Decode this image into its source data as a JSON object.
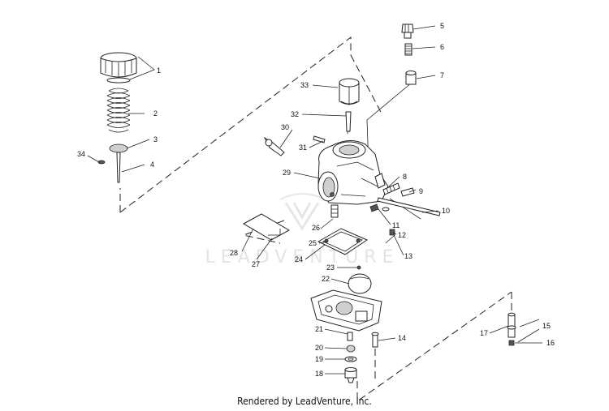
{
  "footer": {
    "text": "Rendered by LeadVenture, Inc."
  },
  "watermark": {
    "text": "LEADVENTURE"
  },
  "callouts": {
    "c1": "1",
    "c2": "2",
    "c3": "3",
    "c4": "4",
    "c5": "5",
    "c6": "6",
    "c7": "7",
    "c8": "8",
    "c9": "9",
    "c10": "10",
    "c11": "11",
    "c12": "12",
    "c13": "13",
    "c14": "14",
    "c15": "15",
    "c16": "16",
    "c17": "17",
    "c18": "18",
    "c19": "19",
    "c20": "20",
    "c21": "21",
    "c22": "22",
    "c23": "23",
    "c24": "24",
    "c25": "25",
    "c26": "26",
    "c27": "27",
    "c28": "28",
    "c29": "29",
    "c30": "30",
    "c31": "31",
    "c32": "32",
    "c33": "33",
    "c34": "34"
  }
}
